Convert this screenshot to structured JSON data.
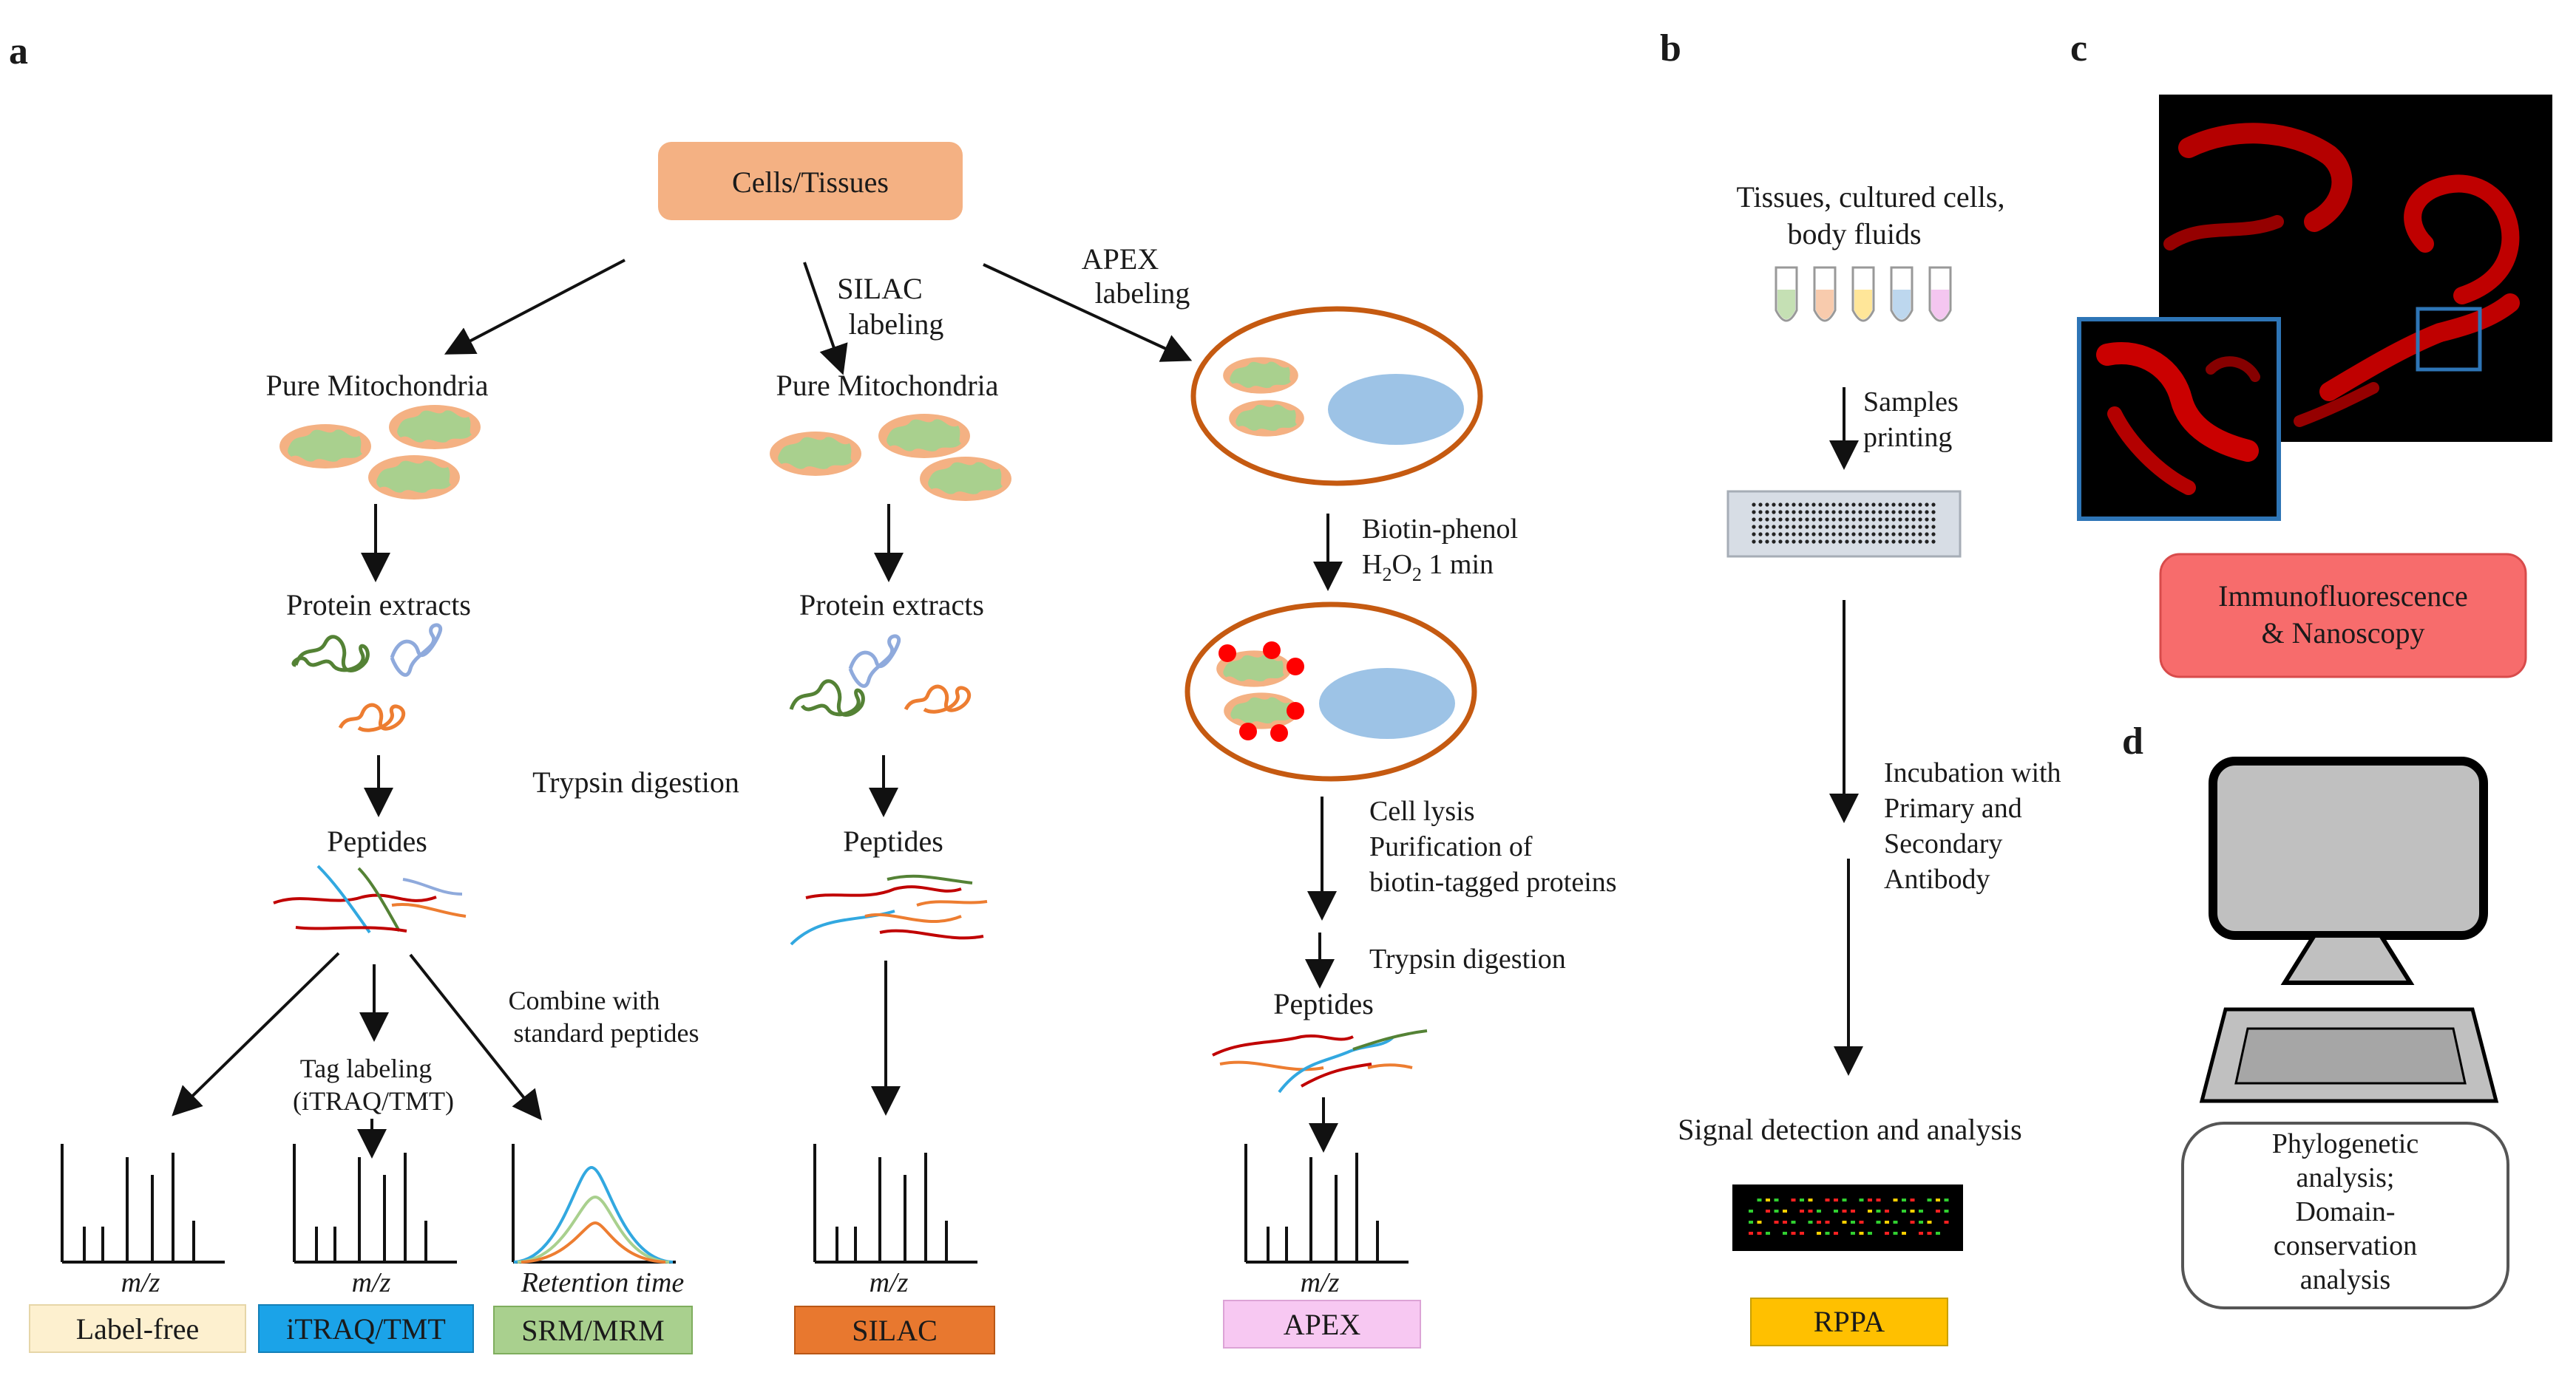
{
  "panels": {
    "a": "a",
    "b": "b",
    "c": "c",
    "d": "d"
  },
  "a": {
    "source": "Cells/Tissues",
    "silac_labeling": [
      "SILAC",
      "labeling"
    ],
    "apex_labeling": [
      "APEX",
      "labeling"
    ],
    "pure_mito": "Pure Mitochondria",
    "protein_extracts": "Protein extracts",
    "trypsin": "Trypsin digestion",
    "peptides": "Peptides",
    "tag_labeling": [
      "Tag labeling",
      "(iTRAQ/TMT)"
    ],
    "combine": [
      "Combine with",
      "standard peptides"
    ],
    "biotin": [
      "Biotin-phenol",
      "H",
      "2",
      "O",
      "2",
      " 1 min"
    ],
    "cell_lysis": [
      "Cell lysis",
      "Purification of",
      "biotin-tagged proteins"
    ],
    "mz": "m/z",
    "retention": "Retention time",
    "methods": [
      {
        "label": "Label-free",
        "color": "#fdf0cf"
      },
      {
        "label": "iTRAQ/TMT",
        "color": "#1ba3e8"
      },
      {
        "label": "SRM/MRM",
        "color": "#a9d08e"
      },
      {
        "label": "SILAC",
        "color": "#e8782f"
      },
      {
        "label": "APEX",
        "color": "#f7c8f2"
      }
    ]
  },
  "b": {
    "sources": [
      "Tissues,  cultured  cells,",
      "body  fluids"
    ],
    "printing": [
      "Samples",
      "printing"
    ],
    "incubation": [
      "Incubation with",
      "Primary and",
      "Secondary",
      "Antibody"
    ],
    "signal": "Signal detection and analysis",
    "method": {
      "label": "RPPA",
      "color": "#ffc000"
    }
  },
  "c": {
    "label": [
      "Immunofluorescence",
      "& Nanoscopy"
    ],
    "color": "#f76c6c"
  },
  "d": {
    "label": [
      "Phylogenetic",
      "analysis;",
      "Domain-",
      "conservation",
      "analysis"
    ]
  },
  "colors": {
    "source_box": "#f4b183",
    "mito_outer": "#f4b183",
    "mito_inner": "#a9d08e",
    "nucleus": "#9dc3e6",
    "cell_border": "#c55a11",
    "silac_text": "#c58a3a",
    "apex_text": "#cc33cc",
    "tag_text": "#32a8e0",
    "combine_text": "#7fb356",
    "printing_text": "#c9a227"
  }
}
